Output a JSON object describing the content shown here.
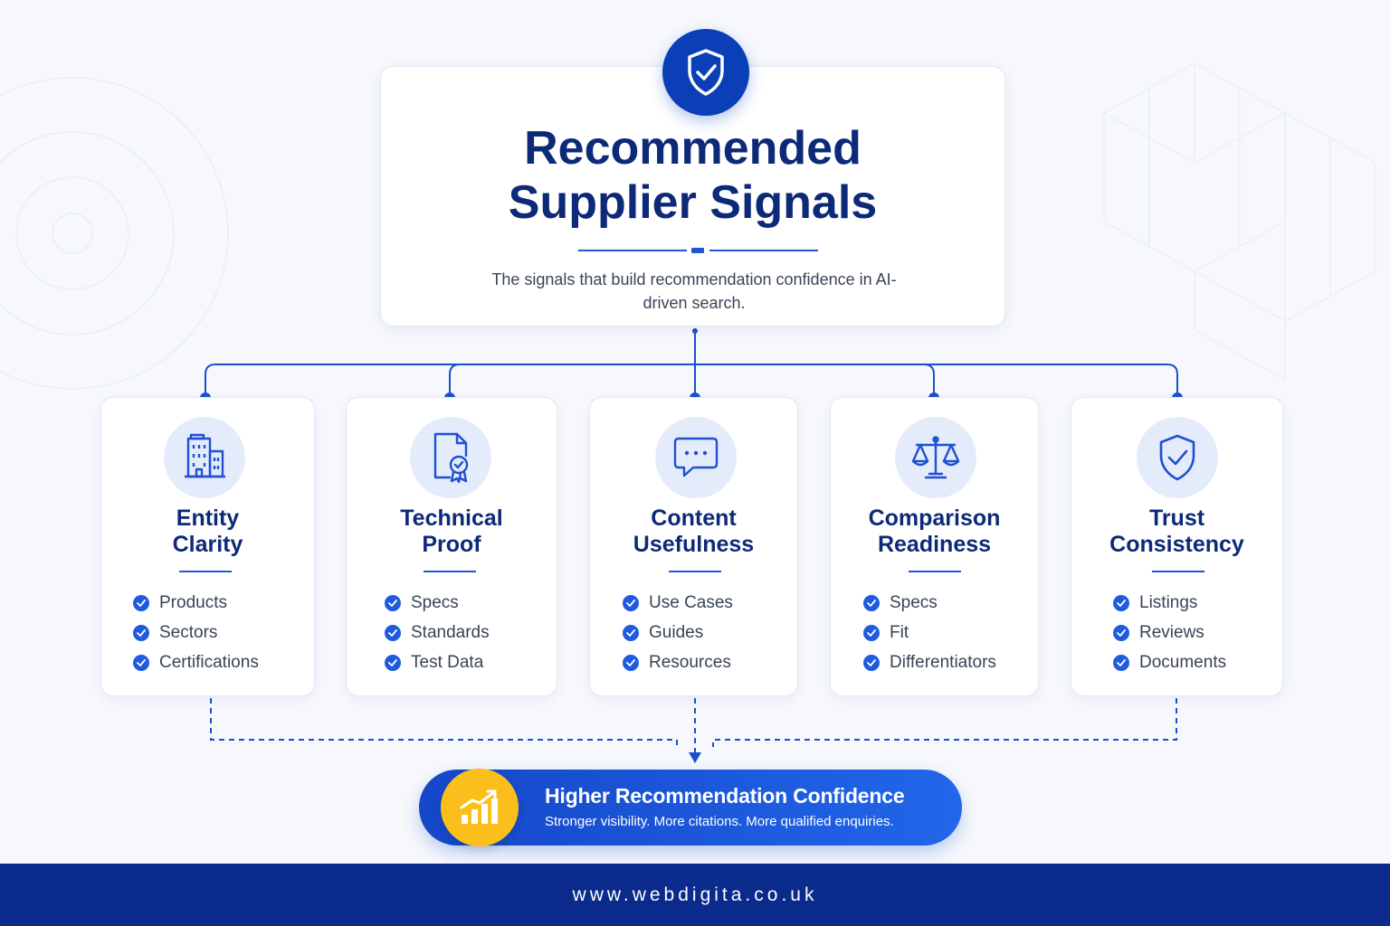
{
  "header": {
    "title_line1": "Recommended",
    "title_line2": "Supplier Signals",
    "subtitle": "The signals that build recommendation confidence in AI-driven search.",
    "badge_icon": "shield-check-icon"
  },
  "signals": [
    {
      "title": "Entity Clarity",
      "icon": "building-icon",
      "items": [
        "Products",
        "Sectors",
        "Certifications"
      ]
    },
    {
      "title": "Technical Proof",
      "icon": "certificate-document-icon",
      "items": [
        "Specs",
        "Standards",
        "Test Data"
      ]
    },
    {
      "title": "Content Usefulness",
      "icon": "chat-bubble-icon",
      "items": [
        "Use Cases",
        "Guides",
        "Resources"
      ]
    },
    {
      "title": "Comparison Readiness",
      "icon": "balance-scale-icon",
      "items": [
        "Specs",
        "Fit",
        "Differentiators"
      ]
    },
    {
      "title": "Trust Consistency",
      "icon": "shield-check-icon",
      "items": [
        "Listings",
        "Reviews",
        "Documents"
      ]
    }
  ],
  "outcome": {
    "title": "Higher Recommendation Confidence",
    "subtitle": "Stronger visibility. More citations. More qualified enquiries.",
    "icon": "growth-chart-icon"
  },
  "footer": {
    "url": "www.webdigita.co.uk"
  },
  "colors": {
    "navy": "#0d2a78",
    "blue": "#1f55d6",
    "accent": "#fbbf1c",
    "footer": "#0a2a8c"
  }
}
